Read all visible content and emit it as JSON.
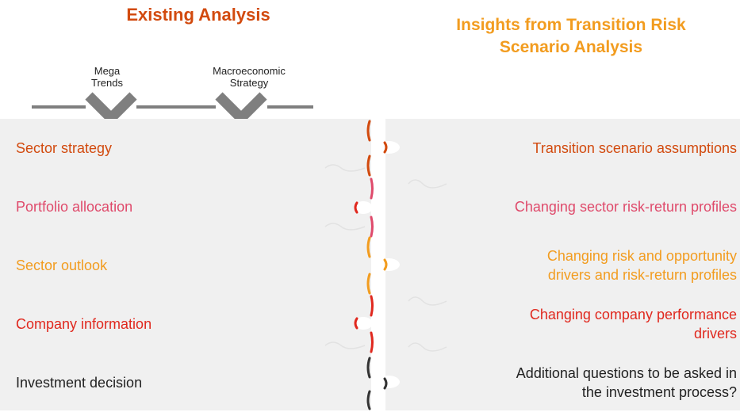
{
  "header": {
    "left_title": "Existing Analysis",
    "right_title_line1": "Insights from Transition Risk",
    "right_title_line2": "Scenario Analysis"
  },
  "flow": {
    "step1_line1": "Mega",
    "step1_line2": "Trends",
    "step2_line1": "Macroeconomic",
    "step2_line2": "Strategy"
  },
  "rows": [
    {
      "left": "Sector strategy",
      "right_line1": "Transition scenario assumptions",
      "right_line2": "",
      "color": "#d24a0e"
    },
    {
      "left": "Portfolio allocation",
      "right_line1": "Changing sector risk-return profiles",
      "right_line2": "",
      "color": "#df4a6b"
    },
    {
      "left": "Sector outlook",
      "right_line1": "Changing risk and opportunity",
      "right_line2": "drivers and risk-return profiles",
      "color": "#f29c1f"
    },
    {
      "left": "Company information",
      "right_line1": "Changing company performance",
      "right_line2": "drivers",
      "color": "#e0281e"
    },
    {
      "left": "Investment decision",
      "right_line1": "Additional questions to be asked in",
      "right_line2": "the investment process?",
      "color": "#222222"
    }
  ],
  "colors": {
    "row_background": "#f0f0f0",
    "flow_chevron": "#7f7f7f"
  }
}
